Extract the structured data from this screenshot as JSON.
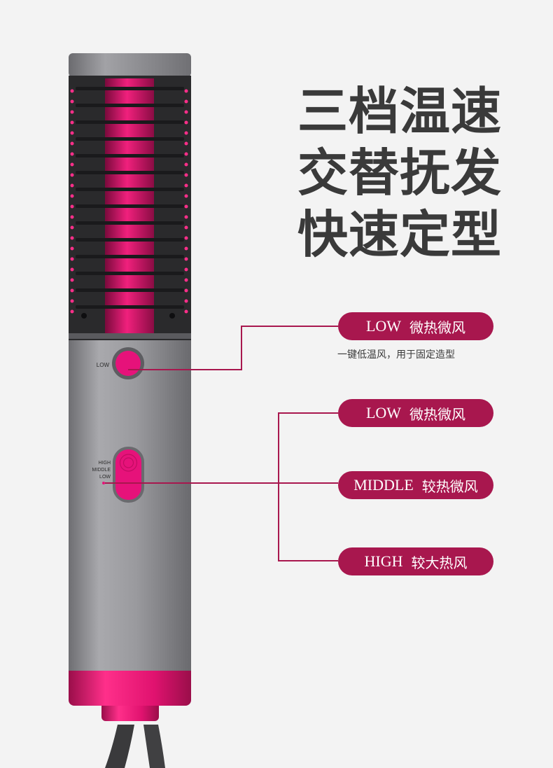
{
  "headline": [
    "三档温速",
    "交替抚发",
    "快速定型"
  ],
  "top_button": {
    "device_label": "LOW",
    "pill_en": "LOW",
    "pill_cn": "微热微风",
    "note": "一键低温风，用于固定造型"
  },
  "slider": {
    "device_labels": [
      "HIGH",
      "MIDDLE",
      "LOW"
    ],
    "options": [
      {
        "en": "LOW",
        "cn": "微热微风"
      },
      {
        "en": "MIDDLE",
        "cn": "较热微风"
      },
      {
        "en": "HIGH",
        "cn": "较大热风"
      }
    ]
  },
  "colors": {
    "accent": "#a8174e",
    "magenta": "#e0126f",
    "body_gray": "#8e8e92",
    "background": "#f3f3f3",
    "text": "#3a3a3a"
  }
}
